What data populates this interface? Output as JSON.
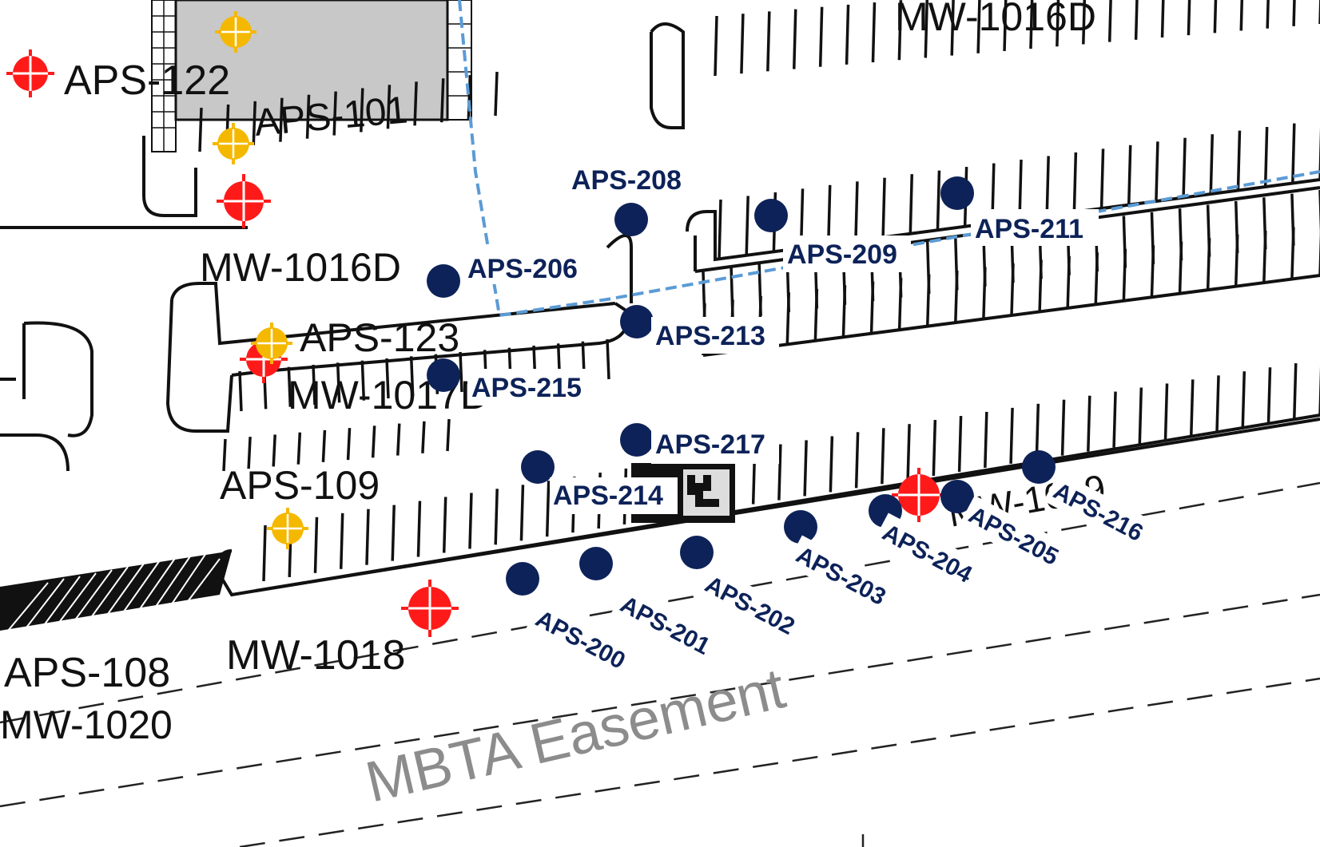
{
  "title": "",
  "colors": {
    "sample_point": "#0d2258",
    "monitoring_well": "#ff1a1a",
    "prior_boring": "#f5b800",
    "utility_line": "#5b9bd5",
    "linework": "#111111",
    "easement_text": "#8c8c8c"
  },
  "easement_label": "MBTA Easement",
  "map_labels": {
    "aps_122": "APS-122",
    "aps_101": "APS-101",
    "mw_1016d": "MW-1016D",
    "mw_1016d_top": "MW-1016D",
    "aps_123": "APS-123",
    "mw_1017d": "MW-1017D",
    "aps_109": "APS-109",
    "mw_1018": "MW-1018",
    "aps_108": "APS-108",
    "mw_1020": "MW-1020",
    "mw_1019": "MW-1019"
  },
  "sample_labels": {
    "aps_200": "APS-200",
    "aps_201": "APS-201",
    "aps_202": "APS-202",
    "aps_203": "APS-203",
    "aps_204": "APS-204",
    "aps_205": "APS-205",
    "aps_206": "APS-206",
    "aps_208": "APS-208",
    "aps_209": "APS-209",
    "aps_211": "APS-211",
    "aps_213": "APS-213",
    "aps_214": "APS-214",
    "aps_215": "APS-215",
    "aps_216": "APS-216",
    "aps_217": "APS-217"
  }
}
